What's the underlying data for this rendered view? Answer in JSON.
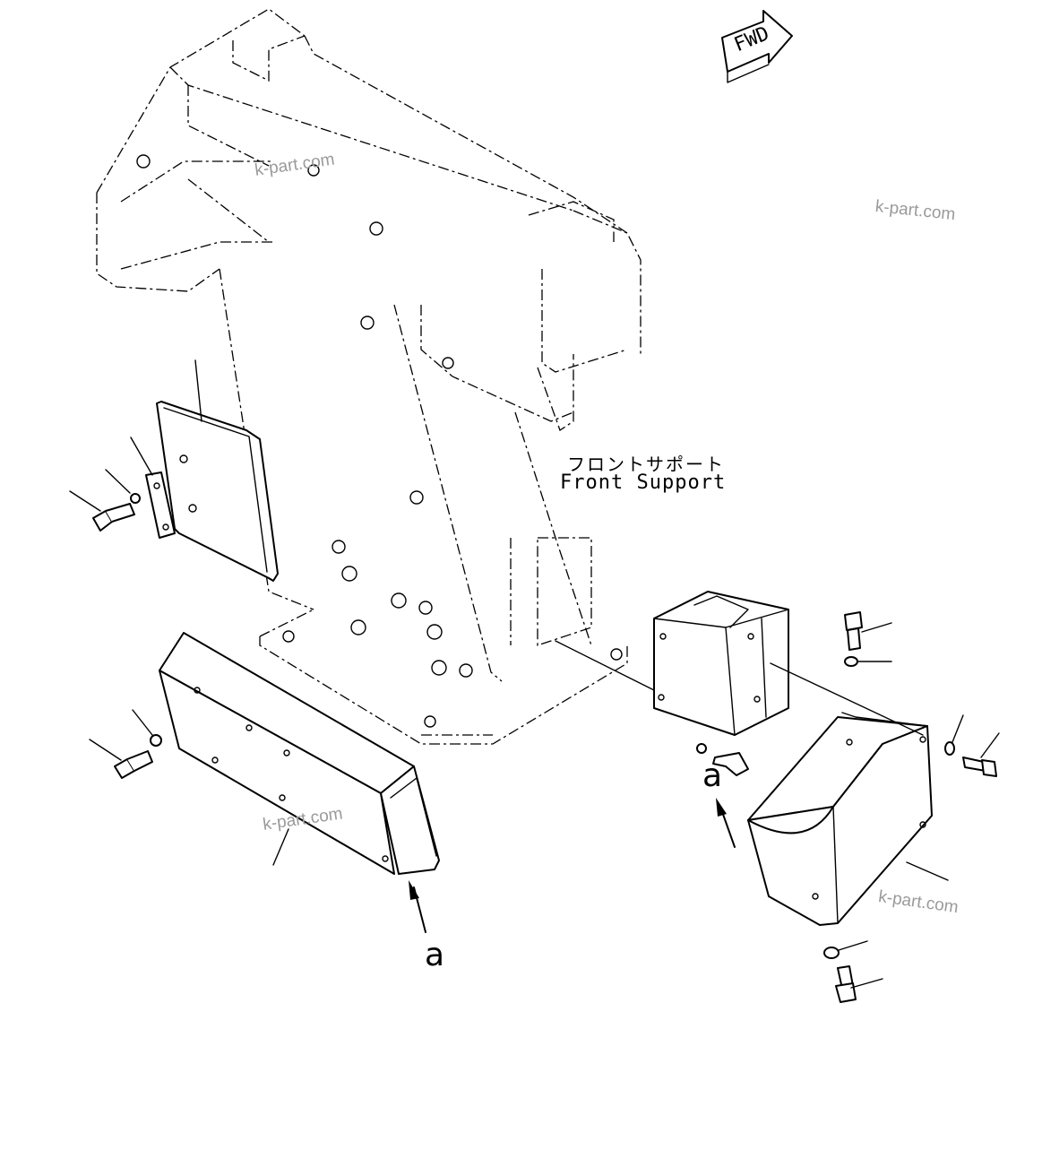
{
  "labels": {
    "fwd": "FWD",
    "part_name_jp": "フロントサポート",
    "part_name_en": "Front Support",
    "ref_a_left": "a",
    "ref_a_right": "a"
  },
  "watermarks": [
    "k-part.com",
    "k-part.com",
    "k-part.com",
    "k-part.com"
  ]
}
